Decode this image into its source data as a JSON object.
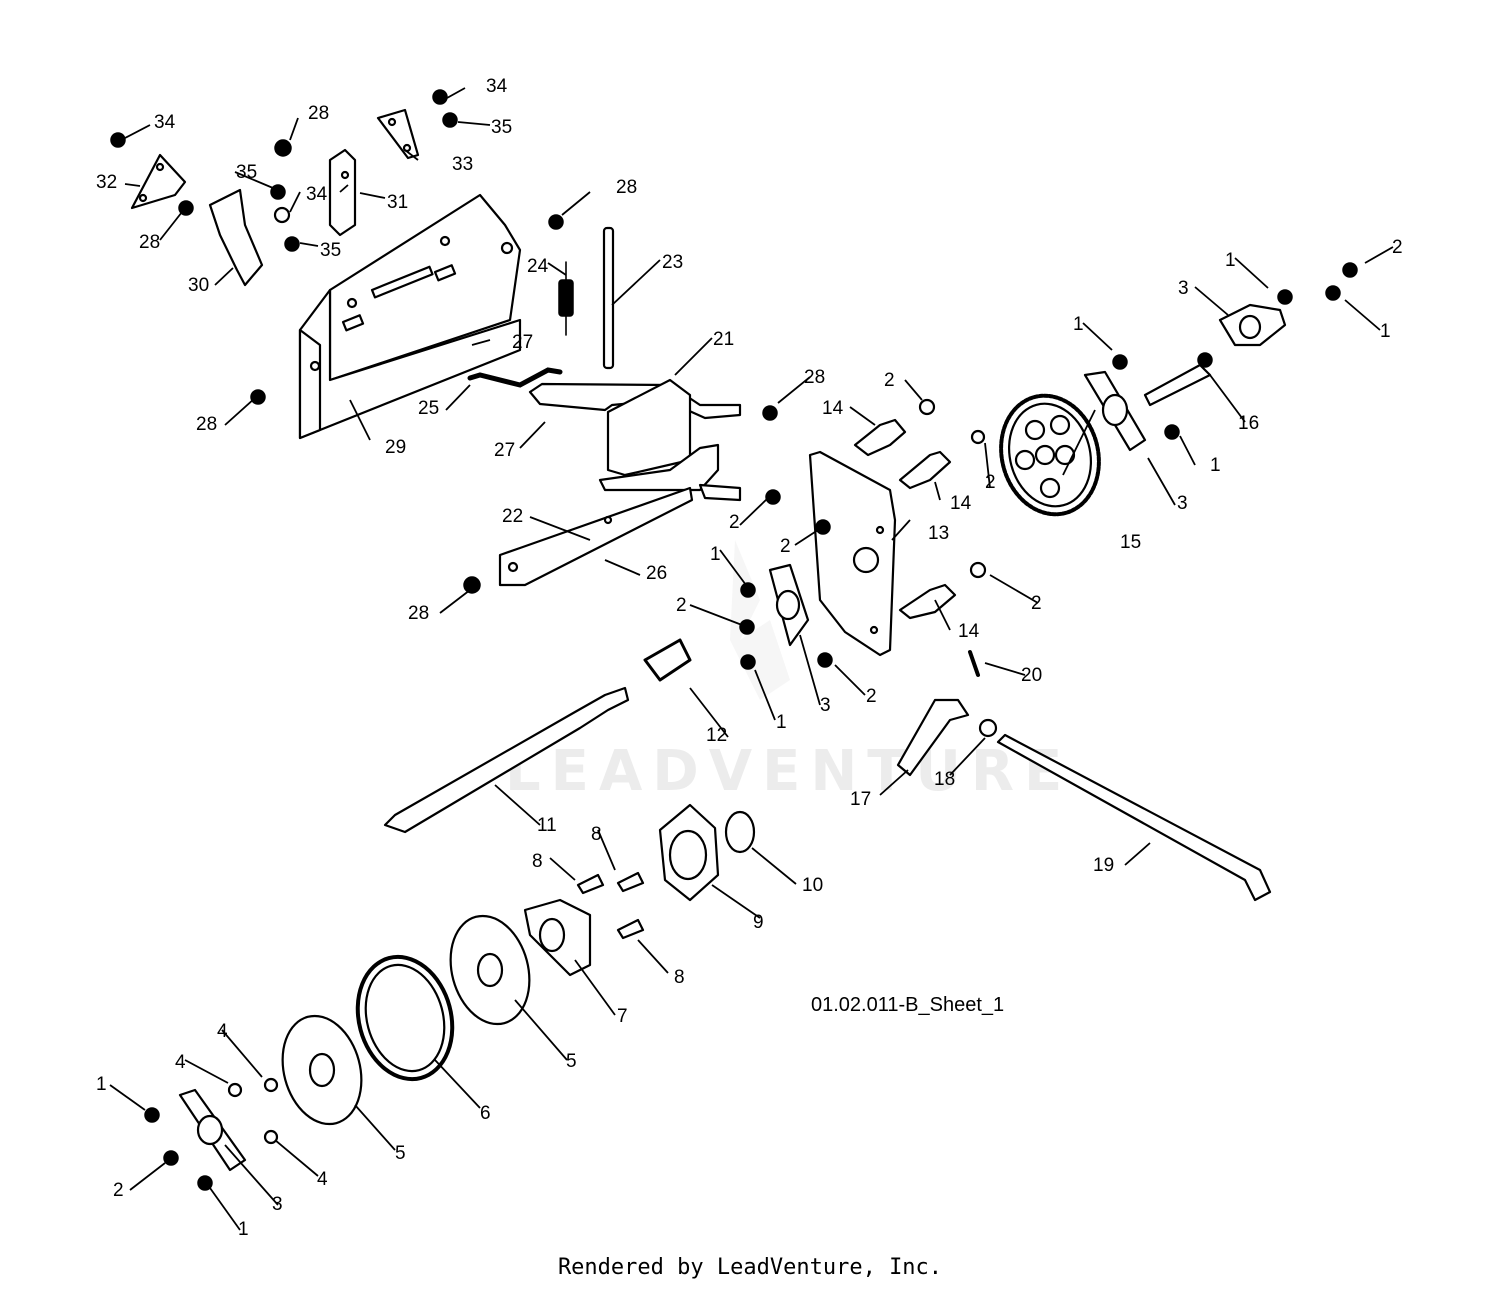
{
  "diagram": {
    "sheet_id": "01.02.011-B_Sheet_1",
    "watermark": "LEADVENTURE",
    "footer": "Rendered by LeadVenture, Inc.",
    "callouts": [
      "1",
      "2",
      "3",
      "4",
      "5",
      "6",
      "7",
      "8",
      "9",
      "10",
      "11",
      "12",
      "13",
      "14",
      "15",
      "16",
      "17",
      "18",
      "19",
      "20",
      "21",
      "22",
      "23",
      "24",
      "25",
      "26",
      "27",
      "28",
      "29",
      "30",
      "31",
      "32",
      "33",
      "34",
      "35"
    ]
  }
}
